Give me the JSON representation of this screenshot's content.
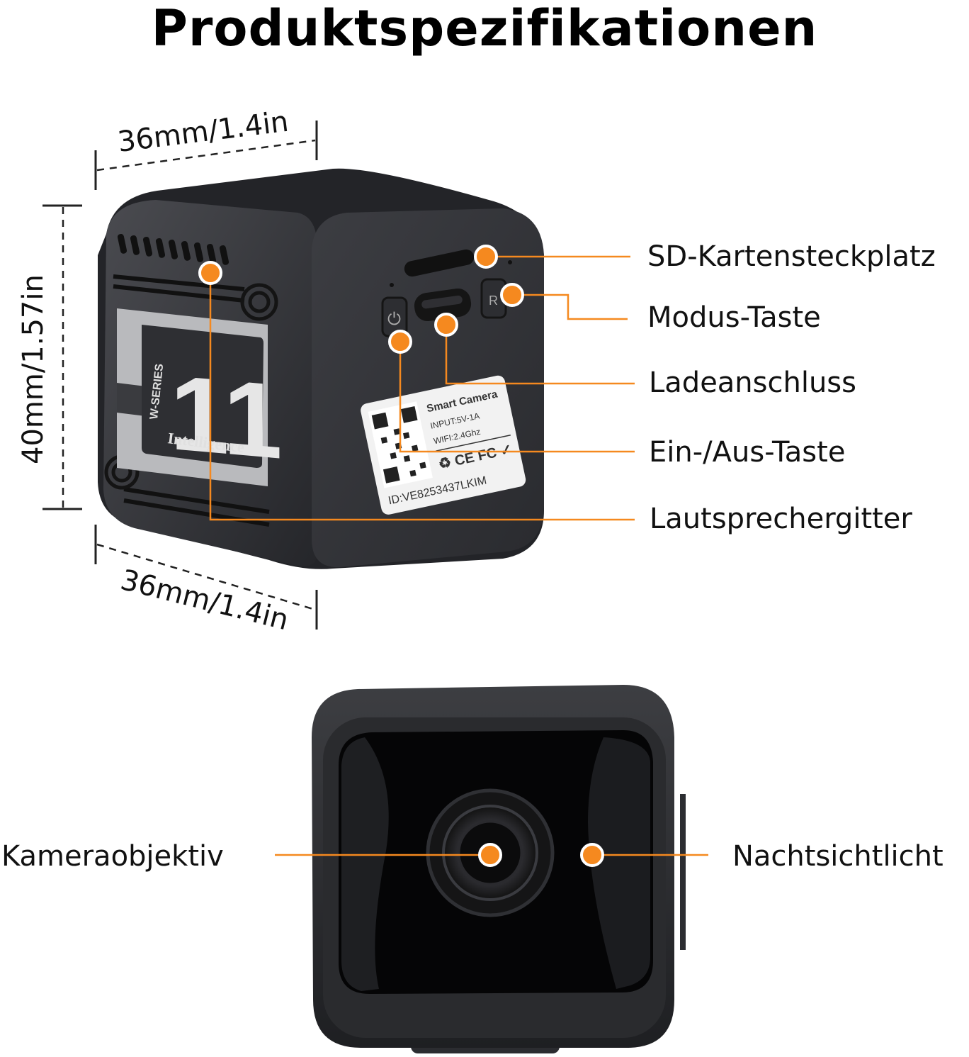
{
  "title": "Produktspezifikationen",
  "dimensions": {
    "width_top": "36mm/1.4in",
    "height": "40mm/1.57in",
    "depth_bottom": "36mm/1.4in"
  },
  "callouts": {
    "sd_slot": "SD-Kartensteckplatz",
    "mode_button": "Modus-Taste",
    "charging_port": "Ladeanschluss",
    "power_button": "Ein-/Aus-Taste",
    "speaker_grille": "Lautsprechergitter",
    "camera_lens": "Kameraobjektiv",
    "night_light": "Nachtsichtlicht"
  },
  "device": {
    "badge_number": "11",
    "badge_series": "W-SERIES",
    "badge_word": "Intelligence",
    "mode_button_letter": "R",
    "sticker": {
      "line1": "Smart Camera",
      "line2": "INPUT:5V-1A",
      "line3": "WIFI:2.4Ghz",
      "marks": "♻ CE FC ✓",
      "id": "ID:VE8253437LKIM"
    }
  },
  "colors": {
    "accent": "#f5891f",
    "device_dark": "#2a2b2e",
    "device_face": "#3a3b3f"
  }
}
